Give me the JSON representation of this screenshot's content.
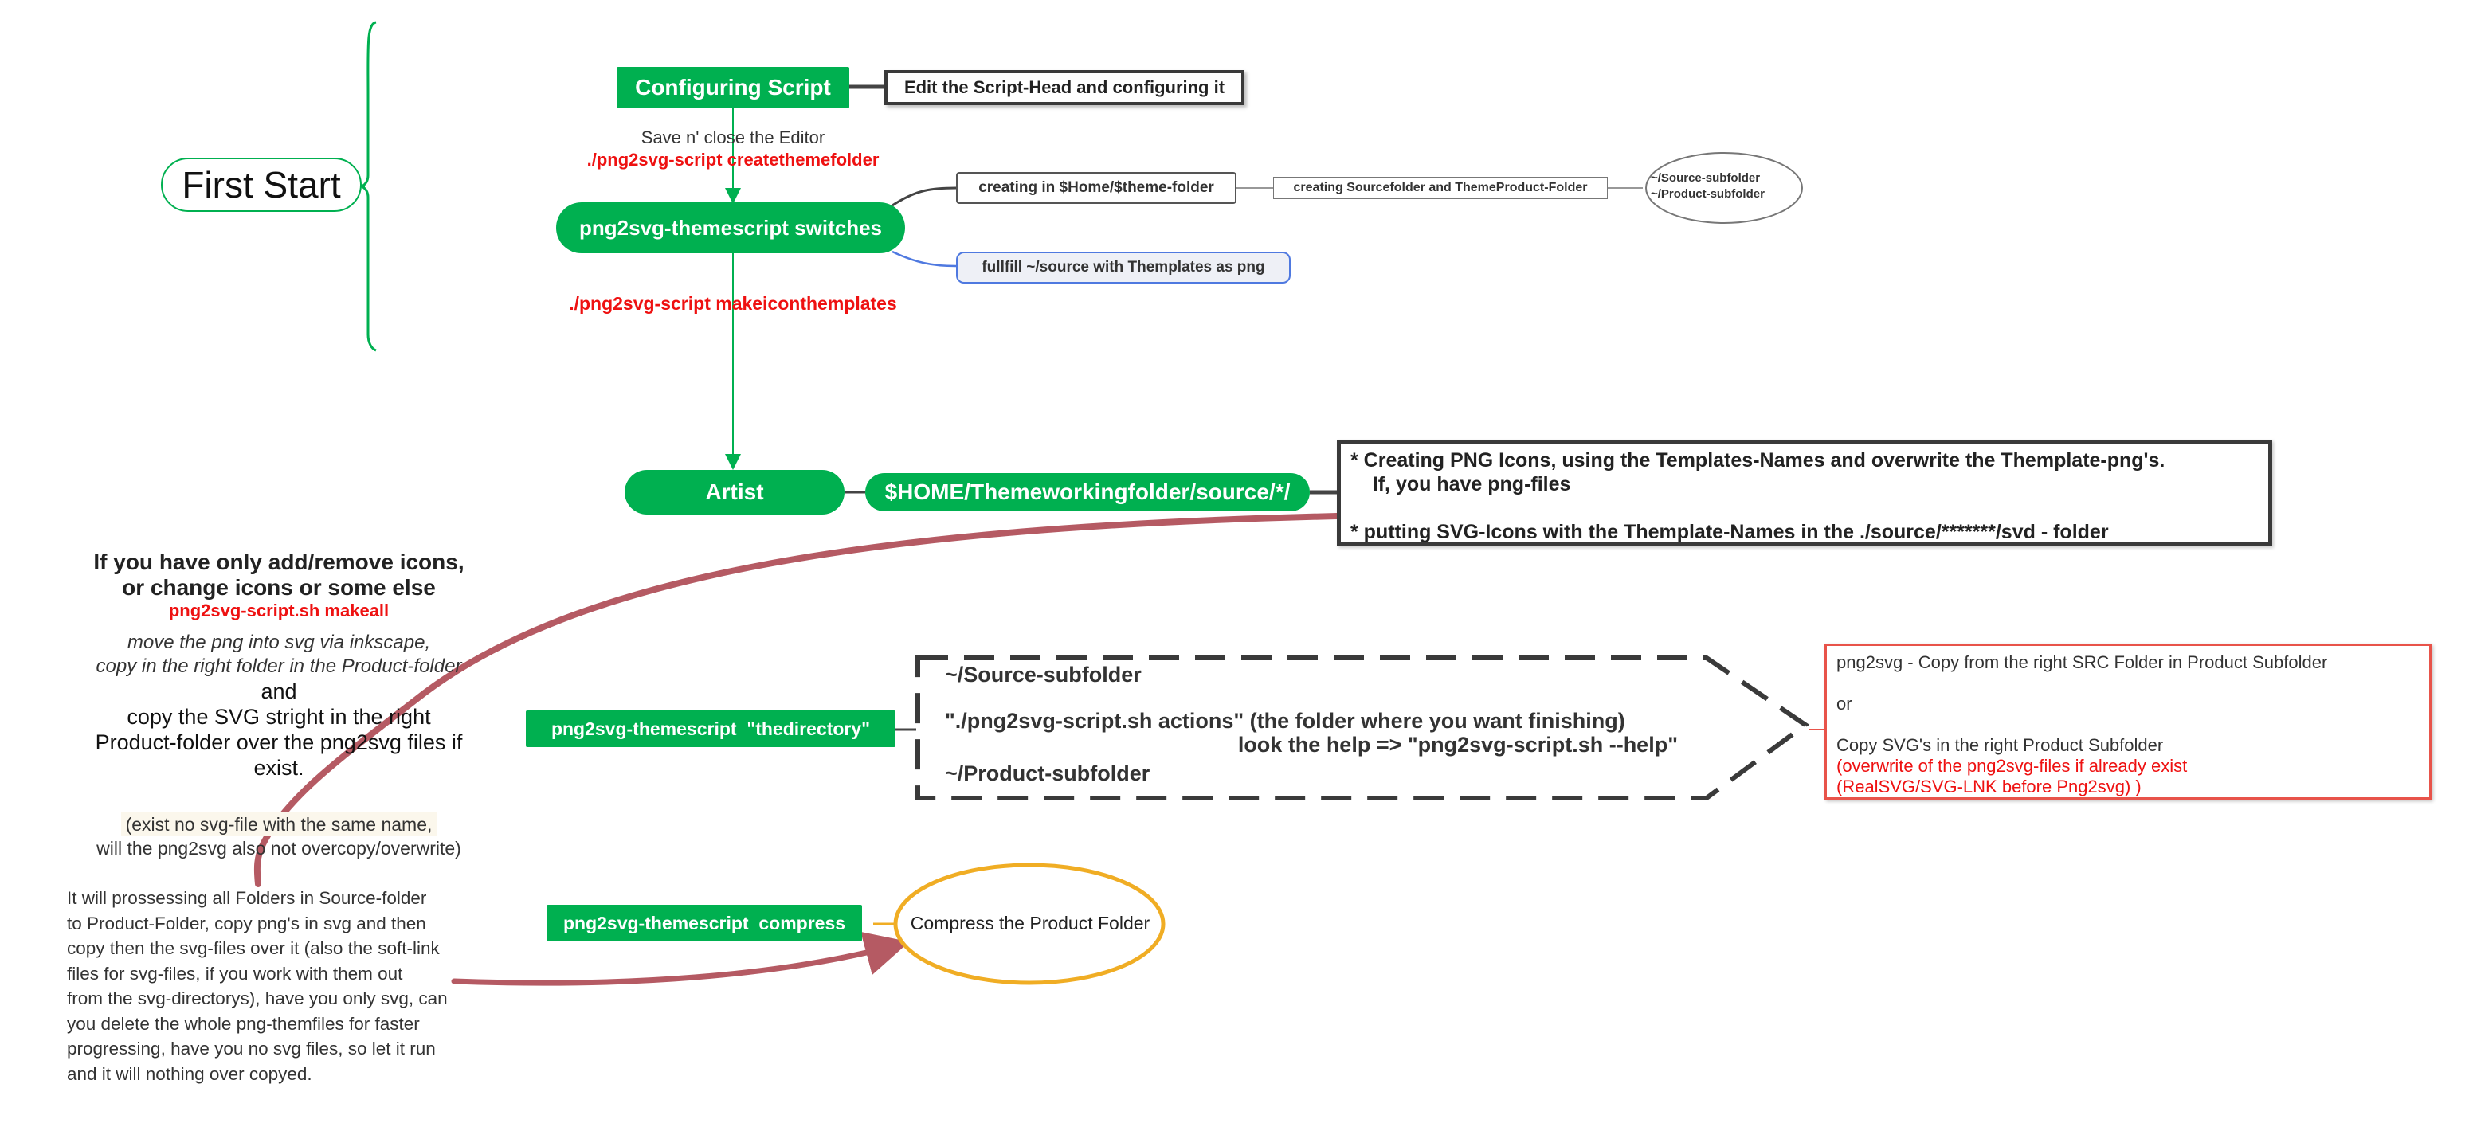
{
  "first_start": "First Start",
  "configuring_script": "Configuring Script",
  "edit_script_head": "Edit the Script-Head and configuring it",
  "save_close": "Save n' close the Editor",
  "cmd_createthemefolder": "./png2svg-script createthemefolder",
  "themescript_switches": "png2svg-themescript switches",
  "creating_in_home": "creating in $Home/$theme-folder",
  "creating_sourcefolder": "creating Sourcefolder and ThemeProduct-Folder",
  "subfolders_oval": [
    "~/Source-subfolder",
    "~/Product-subfolder"
  ],
  "fullfill_source": "fullfill ~/source with Themplates as png",
  "cmd_makeiconthemplates": "./png2svg-script makeiconthemplates",
  "artist": "Artist",
  "home_themeworkingfolder": "$HOME/Themeworkingfolder/source/*/",
  "artist_notes": [
    "* Creating PNG Icons, using the Templates-Names and overwrite the Themplate-png's.",
    "    If, you have png-files",
    "* putting SVG-Icons with the Themplate-Names in the ./source/*******/svd - folder"
  ],
  "addremove": {
    "title_line1": "If you have only add/remove icons,",
    "title_line2": "or change icons or some else",
    "command": "png2svg-script.sh makeall",
    "italic_line1": "move the png into svg via inkscape,",
    "italic_line2": "copy in the right folder in the Product-folder",
    "and": "and",
    "copy_svg_lines": [
      "copy the SVG stright in the right",
      "Product-folder over the png2svg files if",
      "exist."
    ],
    "note_lines": [
      "(exist no svg-file with the same name,",
      "will the png2svg also not overcopy/overwrite)"
    ]
  },
  "compress_description_lines": [
    "It will prossessing all Folders in Source-folder",
    "to Product-Folder, copy png's in svg and then",
    "copy then the svg-files over it (also the soft-link",
    "files for svg-files, if you work with them out",
    "from the svg-directorys), have you only svg, can",
    "you delete the whole png-themfiles for faster",
    "progressing, have you no svg files, so let it run",
    "and it will nothing over copyed."
  ],
  "themescript_thedirectory": "png2svg-themescript  \"thedirectory\"",
  "dashed_box": {
    "source": "~/Source-subfolder",
    "actions": "\"./png2svg-script.sh actions\" (the folder where you want finishing)",
    "help": "look the help => \"png2svg-script.sh --help\"",
    "product": "~/Product-subfolder"
  },
  "red_box": {
    "line1": "png2svg - Copy from the right SRC Folder in Product Subfolder",
    "or": "or",
    "line3": "Copy SVG's in the right Product Subfolder",
    "red_line1": "(overwrite of the png2svg-files if already exist",
    "red_line2": "(RealSVG/SVG-LNK before Png2svg) )"
  },
  "themescript_compress": "png2svg-themescript  compress",
  "compress_product_folder": "Compress the Product Folder",
  "colors": {
    "green": "#00b050",
    "red_text": "#ee1111",
    "red_border": "#e8534a",
    "curve": "#b55a63",
    "orange": "#f0ad24",
    "blue": "#4f79e0",
    "dark_border": "#3a3a3a"
  }
}
